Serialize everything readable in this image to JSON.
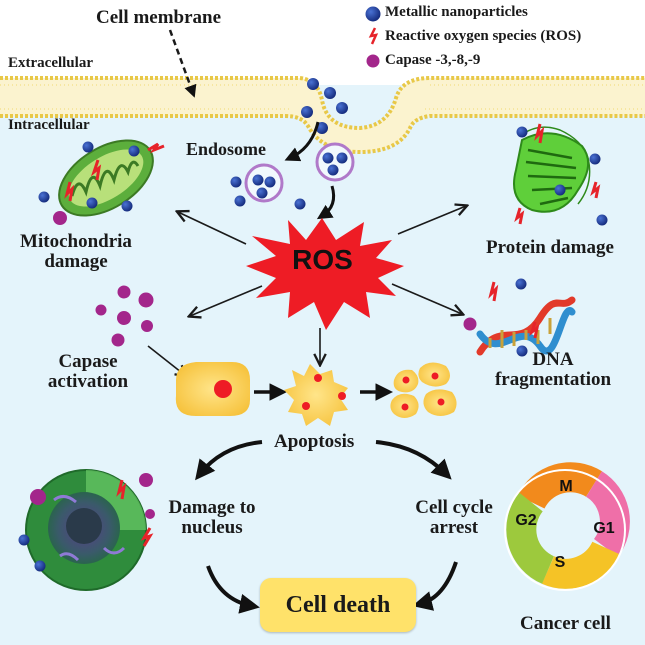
{
  "legend": {
    "nanoparticles_label": "Metallic nanoparticles",
    "ros_label": "Reactive oxygen species (ROS)",
    "capase_label": "Capase -3,-8,-9"
  },
  "membrane": {
    "title": "Cell membrane",
    "extracellular": "Extracellular",
    "intracellular": "Intracellular"
  },
  "nodes": {
    "endosome": "Endosome",
    "ros": "ROS",
    "mitochondria_line1": "Mitochondria",
    "mitochondria_line2": "damage",
    "protein_damage": "Protein damage",
    "capase_line1": "Capase",
    "capase_line2": "activation",
    "dna_line1": "DNA",
    "dna_line2": "fragmentation",
    "apoptosis": "Apoptosis",
    "nucleus_line1": "Damage to",
    "nucleus_line2": "nucleus",
    "cycle_line1": "Cell cycle",
    "cycle_line2": "arrest",
    "cell_death": "Cell death",
    "cancer_cell": "Cancer cell"
  },
  "cell_cycle": {
    "phases": [
      "M",
      "G1",
      "S",
      "G2"
    ],
    "colors": [
      "#f28a1c",
      "#ef6fa8",
      "#f5c326",
      "#9dc93d"
    ]
  },
  "colors": {
    "nanoparticle": "#1f3f9a",
    "ros_spark": "#e6232a",
    "capase": "#a3268b",
    "ros_burst": "#ee1c25",
    "background": "#e4f4fb",
    "cell_death_box": "#ffe26a"
  }
}
